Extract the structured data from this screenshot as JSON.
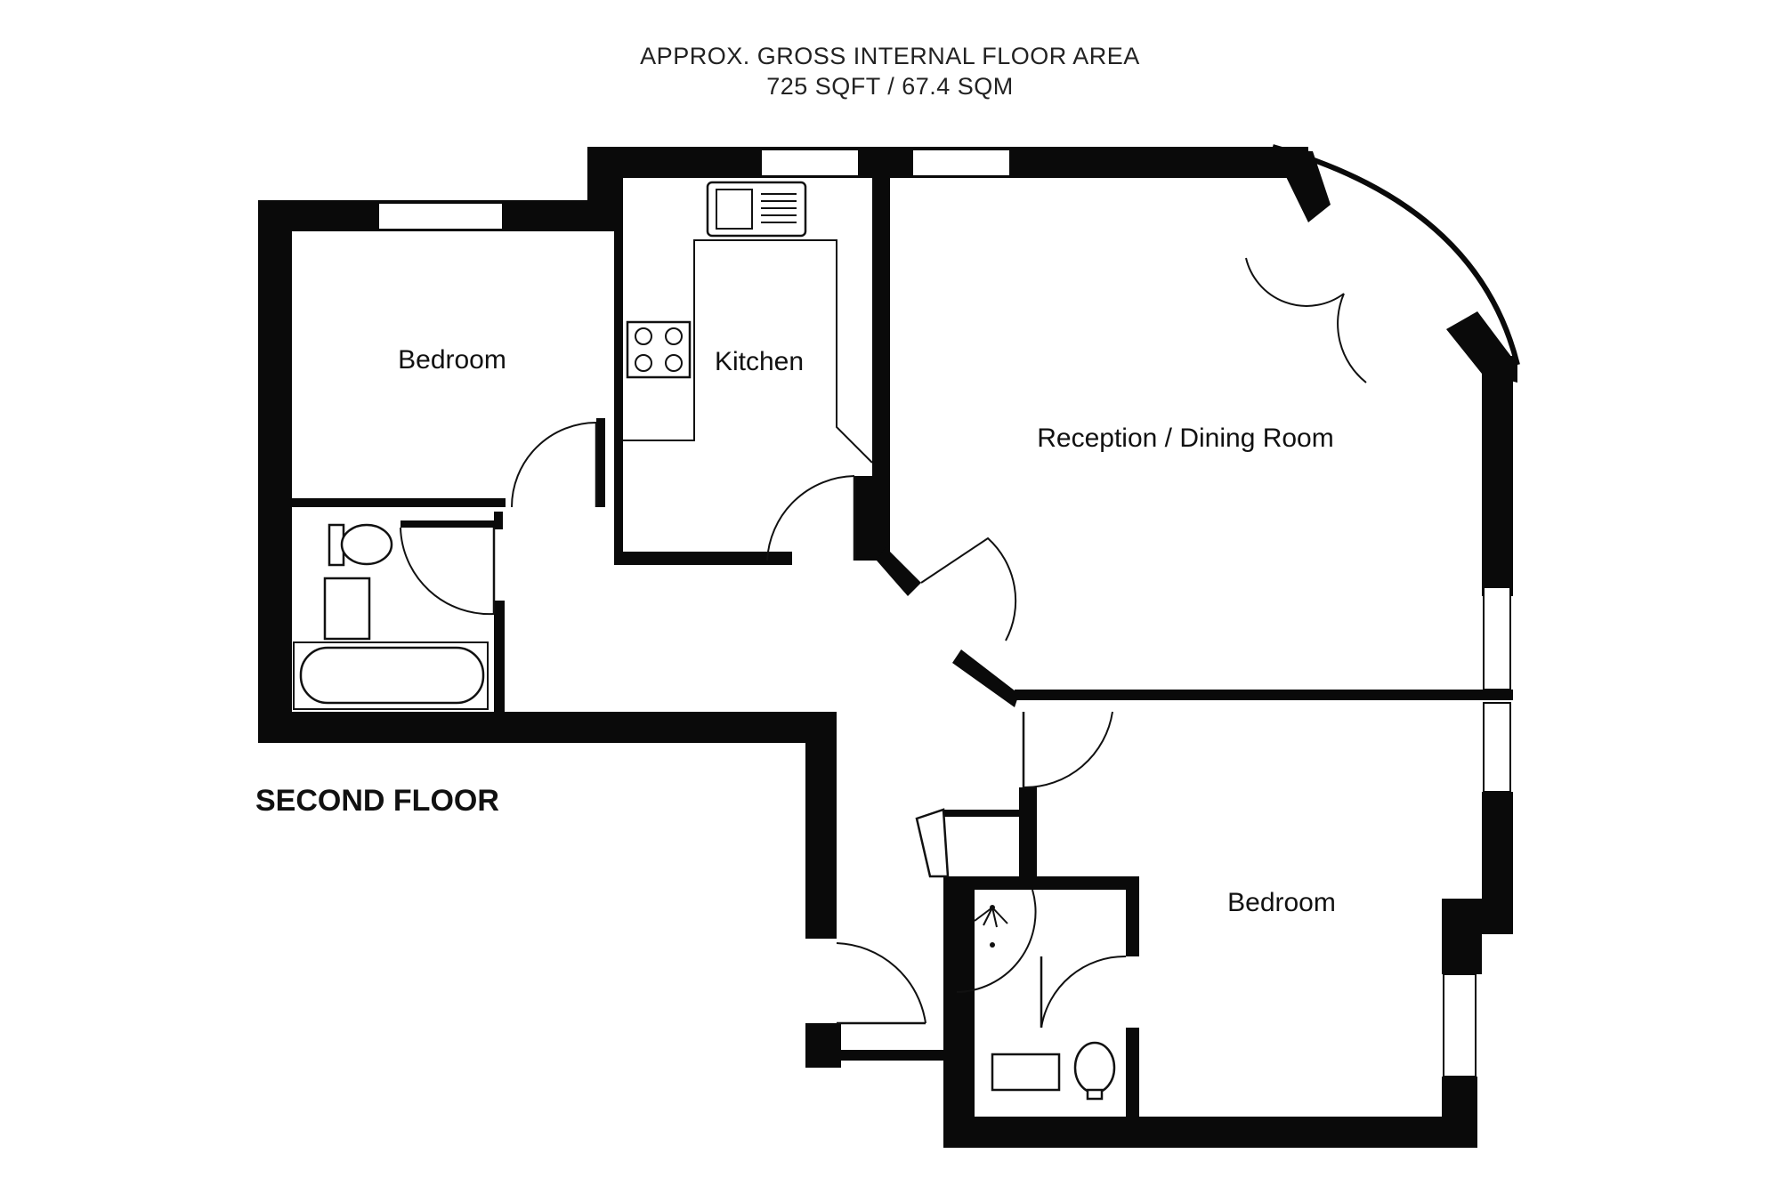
{
  "header": {
    "line1": "APPROX. GROSS INTERNAL FLOOR AREA",
    "line2": "725 SQFT / 67.4 SQM"
  },
  "floor": {
    "label": "SECOND FLOOR"
  },
  "rooms": {
    "bedroom_1": "Bedroom",
    "kitchen": "Kitchen",
    "reception": "Reception / Dining Room",
    "bedroom_2": "Bedroom"
  },
  "colors": {
    "wall": "#0a0a0a",
    "background": "#ffffff"
  }
}
